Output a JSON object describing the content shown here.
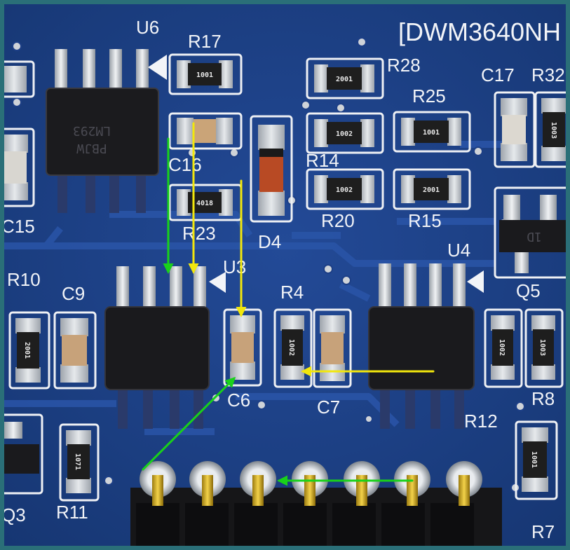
{
  "board_label": "[DWM3640NH",
  "labels": {
    "u6": "U6",
    "r17": "R17",
    "r28": "R28",
    "c17": "C17",
    "r32": "R32",
    "r25": "R25",
    "c16": "C16",
    "r14": "R14",
    "c15": "C15",
    "r23": "R23",
    "d4": "D4",
    "r20": "R20",
    "r15": "R15",
    "u4": "U4",
    "u3": "U3",
    "r10": "R10",
    "c9": "C9",
    "r4": "R4",
    "q5": "Q5",
    "c6": "C6",
    "c7": "C7",
    "r8": "R8",
    "r12": "R12",
    "q3": "Q3",
    "r11": "R11",
    "r7": "R7"
  },
  "markings": {
    "r17": "1001",
    "r28": "2001",
    "r14": "1002",
    "r25": "1001",
    "r23": "4018",
    "r20": "1002",
    "r15": "2001",
    "r32": "1003",
    "r10": "2001",
    "r4": "1002",
    "r12": "1002",
    "r8": "1003",
    "r11": "1071",
    "r7": "1001"
  },
  "chip_marks": {
    "u6_line1": "LM293",
    "u6_line2": "PBJW",
    "q5_mark": "1D"
  },
  "colors": {
    "frame": "#2a6f78",
    "board": "#1d3f86",
    "green_arrow": "#19d11a",
    "yellow_arrow": "#f2e70c"
  }
}
